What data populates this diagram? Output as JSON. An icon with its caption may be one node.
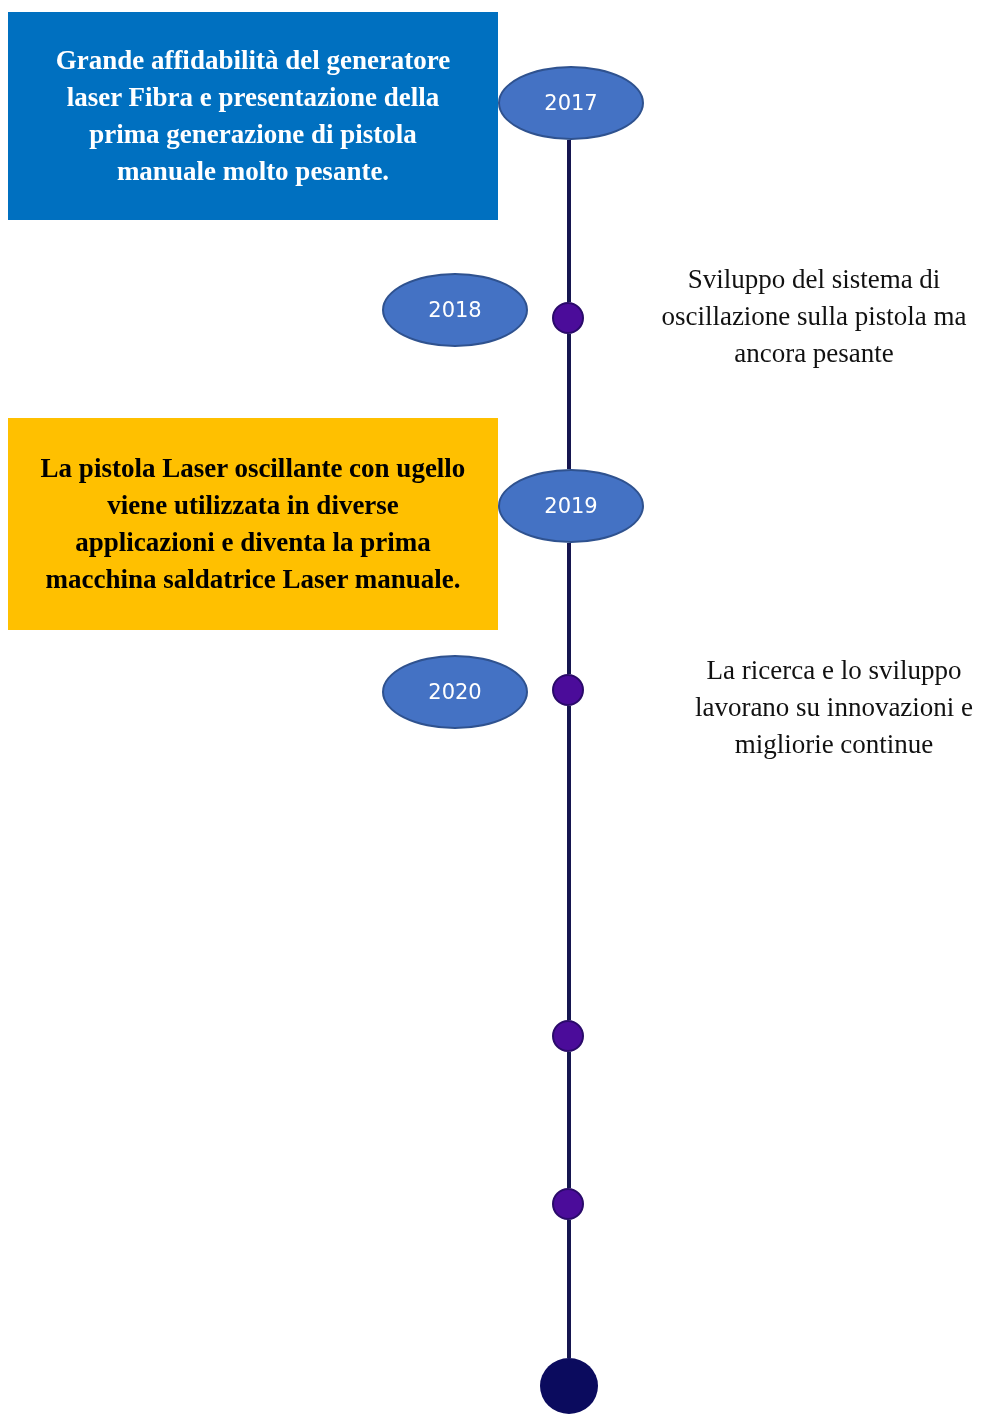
{
  "diagram": {
    "nodes": [
      {
        "text": [
          "Grande affidabilità del generatore laser Fibra e presentazione della prima generazione di pistola manuale molto pesante."
        ]
      },
      {
        "text": [
          "2017"
        ]
      },
      {
        "text": [
          "2018"
        ]
      },
      {
        "text": [],
        "shape": "circle"
      },
      {
        "text": [
          "La pistola Laser oscillante con ugello viene utilizzata in diverse applicazioni e diventa la prima macchina saldatrice Laser manuale."
        ]
      },
      {
        "text": [
          "2019"
        ]
      },
      {
        "text": [
          "2020"
        ]
      },
      {
        "text": [],
        "shape": "circle"
      },
      {
        "text": [],
        "shape": "circle"
      },
      {
        "text": [],
        "shape": "circle"
      },
      {
        "text": [],
        "shape": "circle"
      }
    ],
    "edges": [
      {
        "from": 1,
        "to": 3,
        "arrow": "none"
      },
      {
        "from": 3,
        "to": 5,
        "arrow": "none"
      },
      {
        "from": 5,
        "to": 7,
        "arrow": "none"
      },
      {
        "from": 7,
        "to": 8,
        "arrow": "none"
      },
      {
        "from": 8,
        "to": 9,
        "arrow": "none"
      },
      {
        "from": 9,
        "to": 10,
        "arrow": "none"
      }
    ],
    "labels": [
      "Sviluppo del sistema di oscillazione sulla pistola ma ancora pesante",
      "La ricerca e lo sviluppo lavorano su innovazioni e migliorie continue"
    ]
  }
}
